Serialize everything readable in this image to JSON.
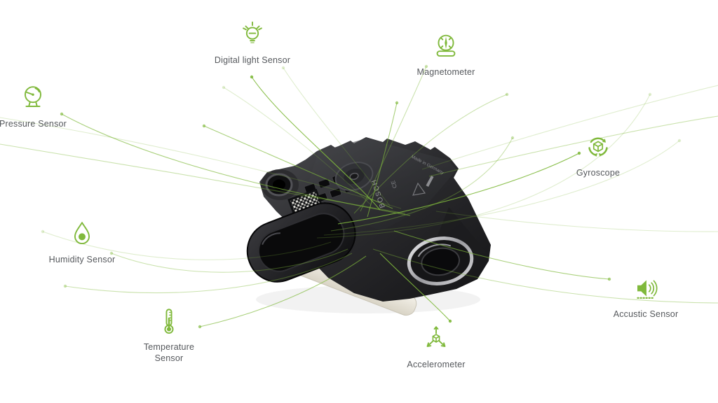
{
  "page": {
    "background_color": "#ffffff",
    "accent_color": "#80b93c",
    "label_color": "#55585c"
  },
  "sensors": [
    {
      "id": "digital-light-sensor",
      "label": "Digital light Sensor",
      "icon": "lightbulb-icon"
    },
    {
      "id": "magnetometer",
      "label": "Magnetometer",
      "icon": "compass-needle-icon"
    },
    {
      "id": "pressure-sensor",
      "label": "Pressure Sensor",
      "icon": "pressure-gauge-icon"
    },
    {
      "id": "gyroscope",
      "label": "Gyroscope",
      "icon": "gyroscope-rotation-icon"
    },
    {
      "id": "humidity-sensor",
      "label": "Humidity Sensor",
      "icon": "water-droplet-icon"
    },
    {
      "id": "acoustic-sensor",
      "label": "Accustic Sensor",
      "icon": "speaker-waves-icon"
    },
    {
      "id": "temperature-sensor",
      "label": "Temperature Sensor",
      "icon": "thermometer-icon"
    },
    {
      "id": "accelerometer",
      "label": "Accelerometer",
      "icon": "xyz-axes-icon"
    }
  ],
  "device": {
    "markings": {
      "brand": "BOSCH",
      "origin": "Made in Germany",
      "ce": "CE"
    }
  }
}
